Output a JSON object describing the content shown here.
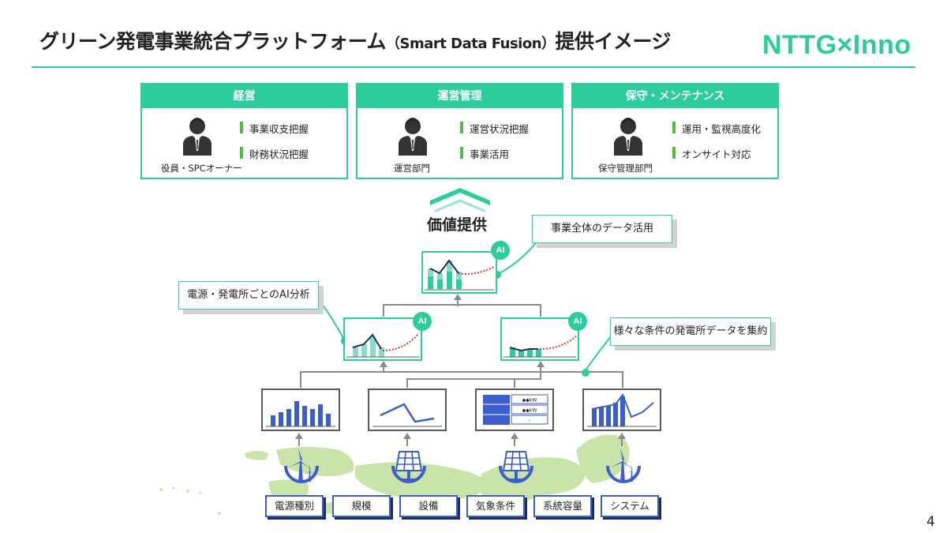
{
  "title": {
    "main": "グリーン発電事業統合プラットフォーム",
    "sub": "（Smart Data Fusion）",
    "suffix": "提供イメージ"
  },
  "logo": "NTTG×Inno",
  "colors": {
    "accent": "#2ccc9d",
    "bar_accent": "#54b948",
    "blue": "#3c5ecb",
    "dark": "#595959"
  },
  "stakeholders": [
    {
      "header": "経営",
      "role": "役員・SPCオーナー",
      "items": [
        "事業収支把握",
        "財務状況把握"
      ],
      "icon": "businessperson-icon"
    },
    {
      "header": "運営管理",
      "role": "運営部門",
      "items": [
        "運営状況把握",
        "事業活用"
      ],
      "icon": "businessperson-icon"
    },
    {
      "header": "保守・メンテナンス",
      "role": "保守管理部門",
      "items": [
        "運用・監視高度化",
        "オンサイト対応"
      ],
      "icon": "businessperson-icon"
    }
  ],
  "value_label": "価値提供",
  "callouts": {
    "top": "事業全体のデータ活用",
    "left": "電源・発電所ごとのAI分析",
    "right": "様々な条件の発電所データを集約"
  },
  "ai_label": "AI",
  "source_icons": [
    "wind-turbine-icon",
    "solar-panel-icon",
    "solar-panel-icon",
    "wind-turbine-icon"
  ],
  "source_table_rows": [
    "◆◆kW",
    "◆◆kW",
    "-"
  ],
  "categories": [
    "電源種別",
    "規模",
    "設備",
    "気象条件",
    "系統容量",
    "システム"
  ],
  "page_number": "4"
}
